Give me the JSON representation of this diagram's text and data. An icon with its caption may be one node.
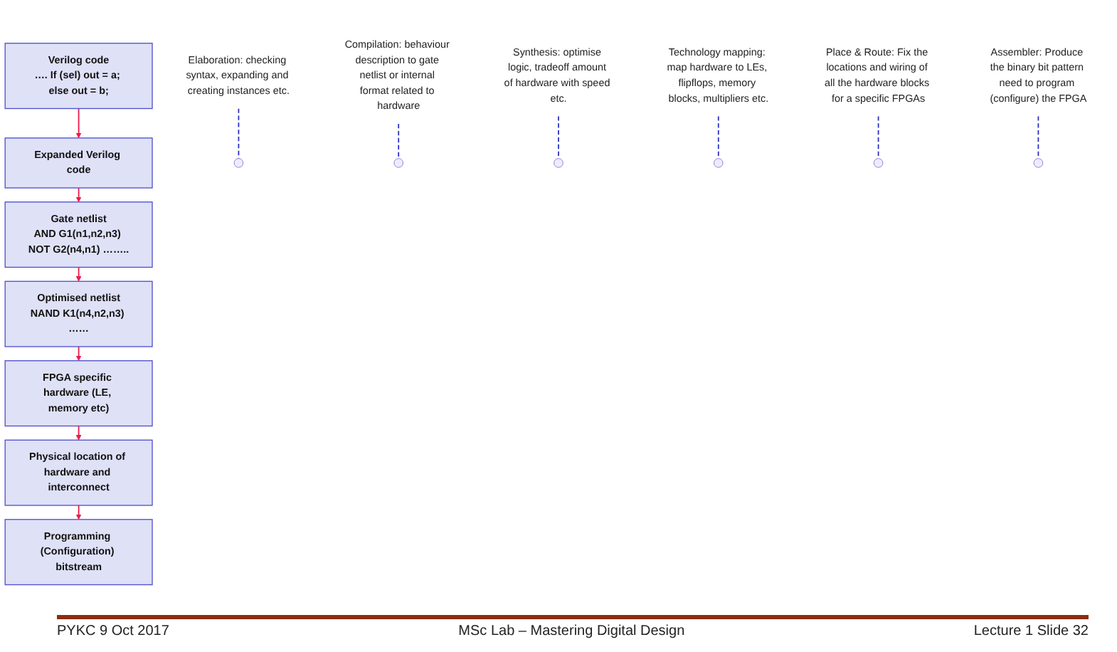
{
  "diagram": {
    "nodes": [
      {
        "text": [
          "Verilog code",
          "…. If (sel) out = a; else out = b;"
        ]
      },
      {
        "text": [
          "Expanded Verilog code"
        ]
      },
      {
        "text": [
          "Gate netlist",
          "AND G1(n1,n2,n3) NOT G2(n4,n1) …….."
        ]
      },
      {
        "text": [
          "Optimised netlist",
          "NAND K1(n4,n2,n3) ……"
        ]
      },
      {
        "text": [
          "FPGA specific hardware (LE, memory etc)"
        ]
      },
      {
        "text": [
          "Physical location of hardware and interconnect"
        ]
      },
      {
        "text": [
          "Programming (Configuration) bitstream"
        ]
      },
      {
        "text": [
          "Elaboration: checking syntax, expanding and creating instances etc."
        ]
      },
      {
        "text": [
          "Compilation: behaviour description to gate netlist or internal format related to hardware"
        ]
      },
      {
        "text": [
          "Synthesis: optimise logic, tradeoff amount of hardware with speed etc."
        ]
      },
      {
        "text": [
          "Technology mapping: map hardware to LEs, flipflops, memory blocks, multipliers etc."
        ]
      },
      {
        "text": [
          "Place & Route: Fix the locations and wiring of all the hardware blocks for a specific FPGAs"
        ]
      },
      {
        "text": [
          "Assembler: Produce the binary bit pattern need to program (configure) the FPGA"
        ]
      }
    ],
    "edges": [
      {
        "from": 0,
        "to": 1,
        "arrow": "to",
        "color": "#f0194a"
      },
      {
        "from": 1,
        "to": 2,
        "arrow": "to",
        "color": "#f0194a"
      },
      {
        "from": 2,
        "to": 3,
        "arrow": "to",
        "color": "#f0194a"
      },
      {
        "from": 3,
        "to": 4,
        "arrow": "to",
        "color": "#f0194a"
      },
      {
        "from": 4,
        "to": 5,
        "arrow": "to",
        "color": "#f0194a"
      },
      {
        "from": 5,
        "to": 6,
        "arrow": "to",
        "color": "#f0194a"
      },
      {
        "from": 7,
        "to": null,
        "arrow": "none",
        "style": "dashed",
        "color": "#2e31c4"
      },
      {
        "from": 8,
        "to": null,
        "arrow": "none",
        "style": "dashed",
        "color": "#2e31c4"
      },
      {
        "from": 9,
        "to": null,
        "arrow": "none",
        "style": "dashed",
        "color": "#2e31c4"
      },
      {
        "from": 10,
        "to": null,
        "arrow": "none",
        "style": "dashed",
        "color": "#2e31c4"
      },
      {
        "from": 11,
        "to": null,
        "arrow": "none",
        "style": "dashed",
        "color": "#2e31c4"
      },
      {
        "from": 12,
        "to": null,
        "arrow": "none",
        "style": "dashed",
        "color": "#2e31c4"
      }
    ],
    "labels": [
      "PYKC 9 Oct 2017",
      "MSc Lab – Mastering Digital Design",
      "Lecture 1 Slide 32"
    ]
  }
}
